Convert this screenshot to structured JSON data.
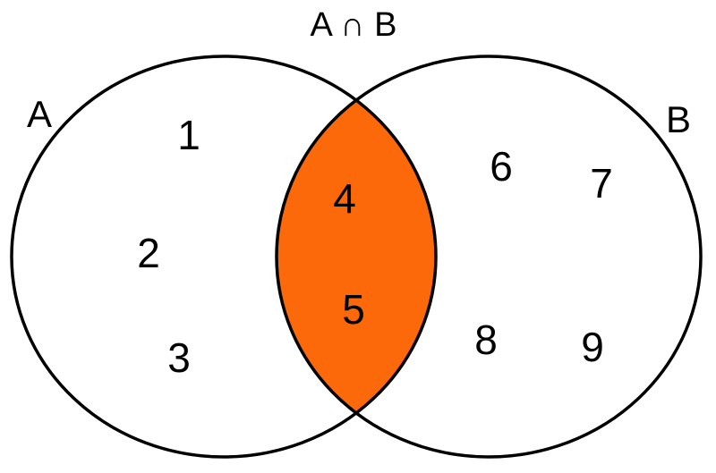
{
  "title": "A ∩ B",
  "venn": {
    "colors": {
      "intersection_fill": "#FC690B",
      "outline": "#000000",
      "background": "#FFFFFF",
      "text": "#000000"
    },
    "set_a": {
      "label": "A",
      "items": [
        "1",
        "2",
        "3"
      ]
    },
    "set_b": {
      "label": "B",
      "items": [
        "6",
        "7",
        "8",
        "9"
      ]
    },
    "intersection": {
      "label": "A ∩ B",
      "items": [
        "4",
        "5"
      ]
    }
  }
}
